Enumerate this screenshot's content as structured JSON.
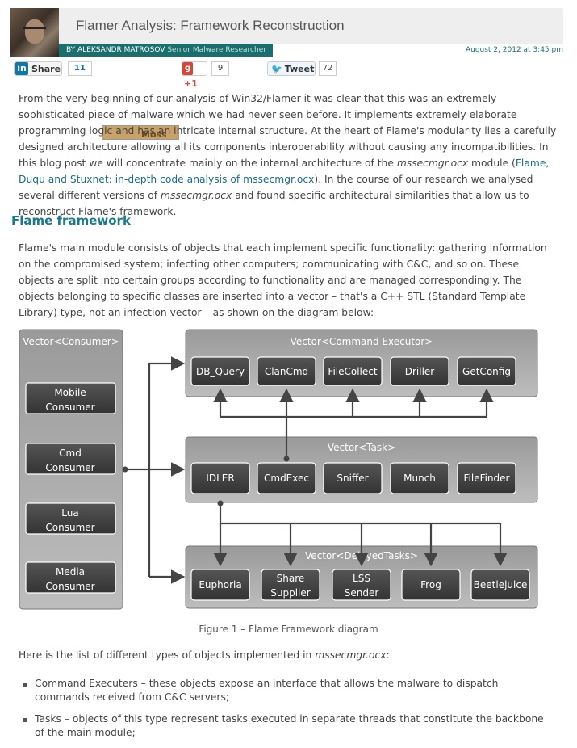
{
  "post": {
    "title": "Flamer Analysis: Framework Reconstruction",
    "author_prefix": "BY ALEKSANDR MATROSOV",
    "author_role": "Senior Malware Researcher",
    "date": "August 2, 2012 at 3:45 pm"
  },
  "share": {
    "linkedin_label": "Share",
    "linkedin_count": "11",
    "gplus_label": "+1",
    "gplus_count": "9",
    "tweet_label": "Tweet",
    "tweet_count": "72",
    "promo_text": "Moss"
  },
  "intro": {
    "text1": "From the very beginning of our analysis of Win32/Flamer it was clear that this was an extremely sophisticated piece of malware which we had never seen before. It implements extremely elaborate programming logic and has an intricate internal structure. At the heart of Flame's modularity lies a carefully designed architecture allowing all its components interoperability without causing any incompatibilities. In this blog post we will concentrate mainly on the internal architecture of the ",
    "module_em": "mssecmgr.ocx",
    "text2": " module (",
    "link": "Flame, Duqu and Stuxnet: in-depth code analysis of mssecmgr.ocx",
    "text3": "). In the course of our research we analysed several different versions of ",
    "module_em2": "mssecmgr.ocx",
    "text4": " and found specific architectural similarities that allow us to reconstruct Flame's framework."
  },
  "section": {
    "heading": "Flame framework",
    "paragraph": "Flame's main module consists of objects that each implement specific functionality: gathering information on the compromised system; infecting other computers; communicating with C&C, and so on. These objects are split into certain groups according to functionality and are managed correspondingly. The objects belonging to specific classes are inserted into a vector – that's a C++ STL (Standard Template Library) type, not an infection vector – as shown on the diagram below:"
  },
  "diagram": {
    "consumer_title": "Vector<Consumer>",
    "consumers": [
      "Mobile\nConsumer",
      "Cmd\nConsumer",
      "Lua\nConsumer",
      "Media\nConsumer"
    ],
    "command_title": "Vector<Command Executor>",
    "commands": [
      "DB_Query",
      "ClanCmd",
      "FileCollect",
      "Driller",
      "GetConfig"
    ],
    "task_title": "Vector<Task>",
    "tasks": [
      "IDLER",
      "CmdExec",
      "Sniffer",
      "Munch",
      "FileFinder"
    ],
    "delayed_title": "Vector<DelayedTasks>",
    "delayed": [
      "Euphoria",
      "Share\nSupplier",
      "LSS\nSender",
      "Frog",
      "Beetlejuice"
    ]
  },
  "caption": "Figure 1 – Flame Framework diagram",
  "list": {
    "intro_text": "Here is the list of different types of objects implemented in ",
    "intro_em": "mssecmgr.ocx",
    "intro_end": ":",
    "items": [
      "Command Executers – these objects expose an interface that allows the malware to dispatch commands received from C&C servers;",
      "Tasks – objects of this type represent tasks executed in separate threads that constitute the backbone of the main module;"
    ]
  }
}
